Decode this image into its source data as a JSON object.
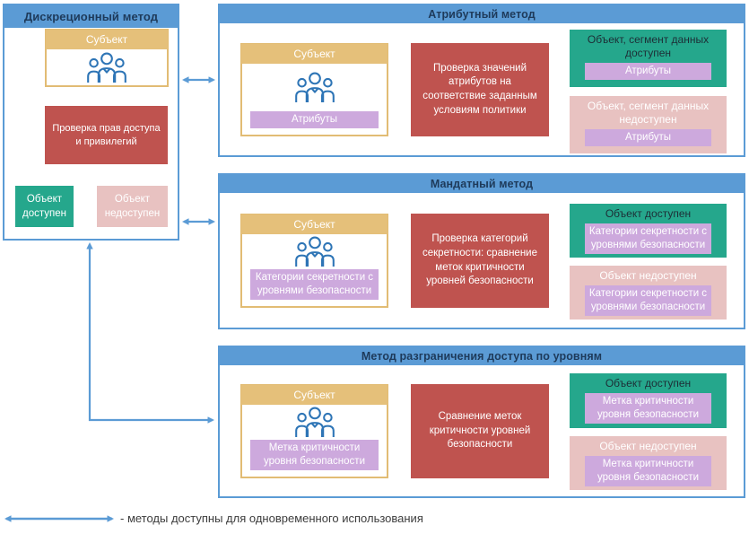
{
  "colors": {
    "accent_blue": "#5B9BD5",
    "header_text": "#1E3A5A",
    "subject_tan": "#E5C07A",
    "check_red": "#BF534F",
    "allowed_green": "#25A78C",
    "denied_pink": "#E8C2C1",
    "tag_purple": "#CDA9DD",
    "arrow_gray": "#7F7F7F",
    "people_icon_blue": "#2E75B6"
  },
  "legend": {
    "label": "- методы доступны для одновременного использования"
  },
  "discretionary": {
    "title": "Дискреционный метод",
    "subject_title": "Субъект",
    "check_label": "Проверка прав доступа и привилегий",
    "allowed_label": "Объект доступен",
    "denied_label": "Объект недоступен"
  },
  "attribute": {
    "title": "Атрибутный метод",
    "subject_title": "Субъект",
    "subject_tag": "Атрибуты",
    "check_label": "Проверка значений атрибутов на соответствие заданным условиям политики",
    "allowed_title": "Объект, сегмент данных доступен",
    "allowed_tag": "Атрибуты",
    "denied_title": "Объект, сегмент данных недоступен",
    "denied_tag": "Атрибуты"
  },
  "mandatory": {
    "title": "Мандатный метод",
    "subject_title": "Субъект",
    "subject_tag": "Категории секретности с уровнями безопасности",
    "check_label": "Проверка категорий секретности: сравнение меток критичности уровней безопасности",
    "allowed_title": "Объект доступен",
    "allowed_tag": "Категории секретности с уровнями безопасности",
    "denied_title": "Объект недоступен",
    "denied_tag": "Категории секретности с уровнями безопасности"
  },
  "levels": {
    "title": "Метод разграничения доступа по уровням",
    "subject_title": "Субъект",
    "subject_tag": "Метка критичности уровня безопасности",
    "check_label": "Сравнение меток критичности уровней безопасности",
    "allowed_title": "Объект доступен",
    "allowed_tag": "Метка критичности уровня безопасности",
    "denied_title": "Объект недоступен",
    "denied_tag": "Метка критичности уровня безопасности"
  }
}
